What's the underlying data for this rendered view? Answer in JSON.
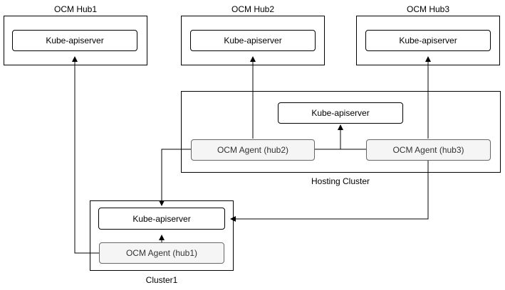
{
  "hubs": [
    {
      "title": "OCM Hub1",
      "apiserver": "Kube-apiserver"
    },
    {
      "title": "OCM Hub2",
      "apiserver": "Kube-apiserver"
    },
    {
      "title": "OCM Hub3",
      "apiserver": "Kube-apiserver"
    }
  ],
  "hosting_cluster": {
    "title": "Hosting Cluster",
    "apiserver": "Kube-apiserver",
    "agent_hub2": "OCM Agent (hub2)",
    "agent_hub3": "OCM Agent (hub3)"
  },
  "cluster1": {
    "title": "Cluster1",
    "apiserver": "Kube-apiserver",
    "agent_hub1": "OCM Agent (hub1)"
  },
  "colors": {
    "line": "#000000",
    "agent_fill": "#f5f5f5",
    "agent_border": "#666666",
    "node_fill": "#ffffff"
  }
}
